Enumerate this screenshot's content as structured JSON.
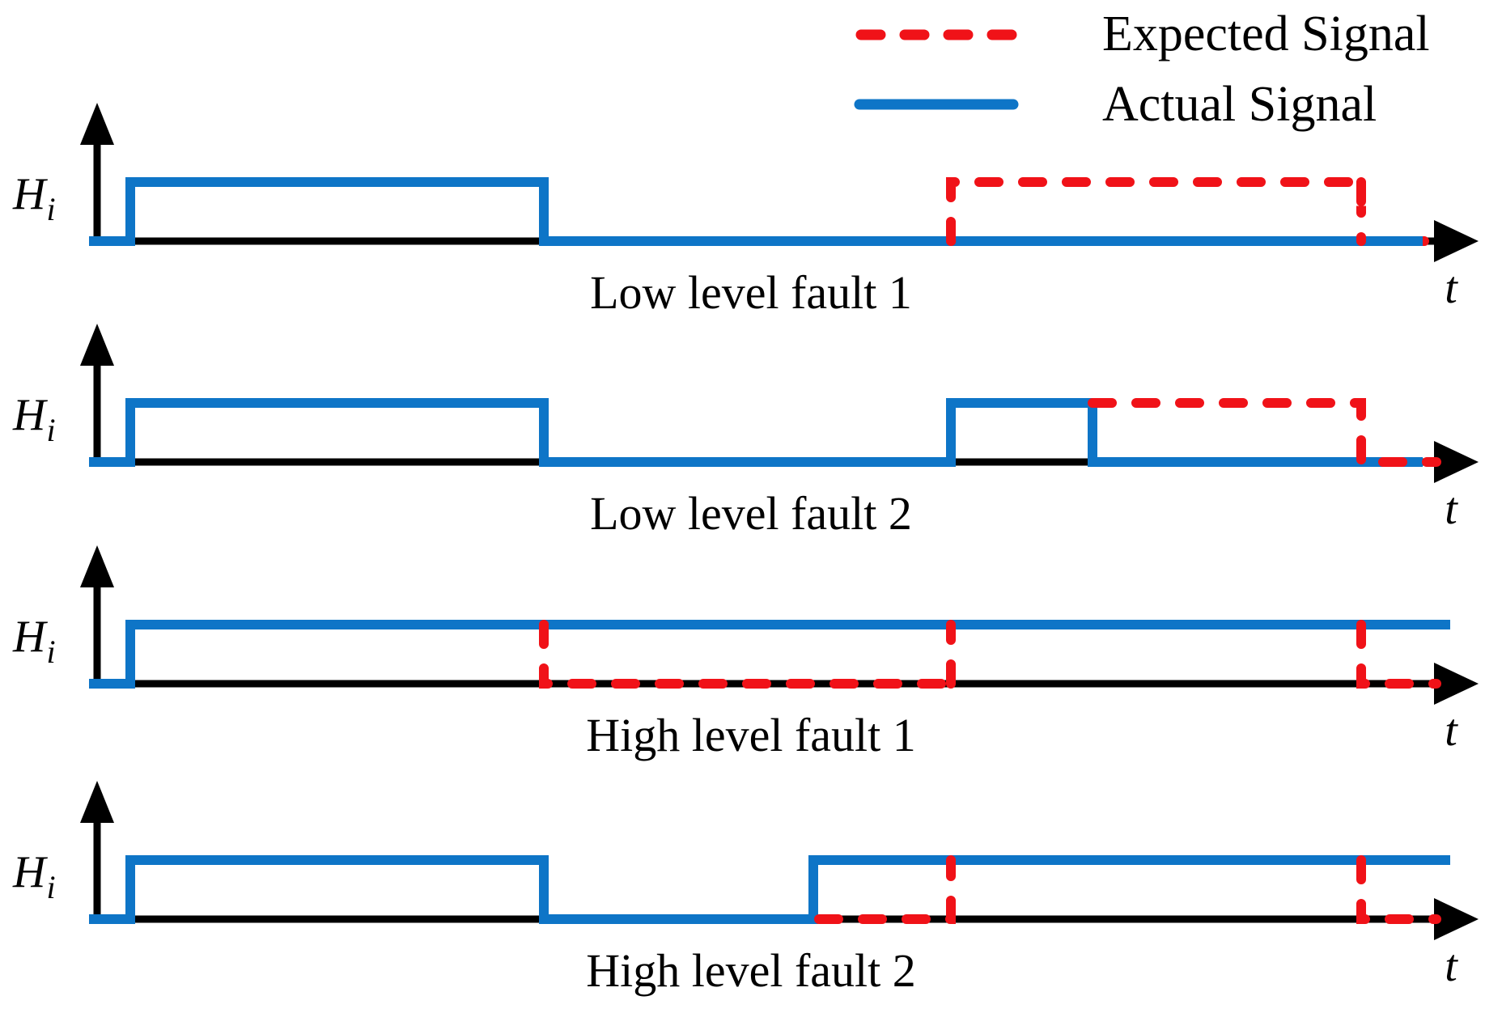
{
  "legend": {
    "expected": {
      "label": "Expected Signal"
    },
    "actual": {
      "label": "Actual Signal"
    }
  },
  "colors": {
    "expected": "#F01218",
    "actual": "#0E75C7",
    "axis": "#000000"
  },
  "axis": {
    "y_label_main": "H",
    "y_label_sub": "i",
    "x_label": "t"
  },
  "panels": [
    {
      "caption": "Low level fault 1",
      "actual": [
        [
          110,
          0
        ],
        [
          161,
          1
        ],
        [
          672,
          0
        ],
        [
          1758,
          0
        ]
      ],
      "expected_under": [
        [
          [
            1682,
            0
          ],
          [
            1775,
            0
          ]
        ]
      ],
      "expected_over": [
        [
          [
            1175,
            0
          ],
          [
            1175,
            1
          ],
          [
            1682,
            1
          ],
          [
            1682,
            0
          ]
        ]
      ]
    },
    {
      "caption": "Low level fault 2",
      "actual": [
        [
          110,
          0
        ],
        [
          161,
          1
        ],
        [
          672,
          0
        ],
        [
          1175,
          1
        ],
        [
          1350,
          0
        ],
        [
          1758,
          0
        ]
      ],
      "expected_under": [],
      "expected_over": [
        [
          [
            1350,
            1
          ],
          [
            1682,
            1
          ],
          [
            1682,
            0
          ],
          [
            1775,
            0
          ]
        ]
      ]
    },
    {
      "caption": "High level fault 1",
      "actual": [
        [
          110,
          0
        ],
        [
          161,
          1
        ],
        [
          1792,
          1
        ]
      ],
      "expected_under": [],
      "expected_over": [
        [
          [
            672,
            1
          ],
          [
            672,
            0
          ],
          [
            1175,
            0
          ],
          [
            1175,
            1
          ]
        ],
        [
          [
            1682,
            1
          ],
          [
            1682,
            0
          ],
          [
            1775,
            0
          ]
        ]
      ]
    },
    {
      "caption": "High level fault 2",
      "actual": [
        [
          110,
          0
        ],
        [
          161,
          1
        ],
        [
          672,
          0
        ],
        [
          1005,
          1
        ],
        [
          1792,
          1
        ]
      ],
      "expected_under": [],
      "expected_over": [
        [
          [
            1012,
            0
          ],
          [
            1175,
            0
          ],
          [
            1175,
            1
          ]
        ],
        [
          [
            1682,
            1
          ],
          [
            1682,
            0
          ],
          [
            1775,
            0
          ]
        ]
      ]
    }
  ]
}
